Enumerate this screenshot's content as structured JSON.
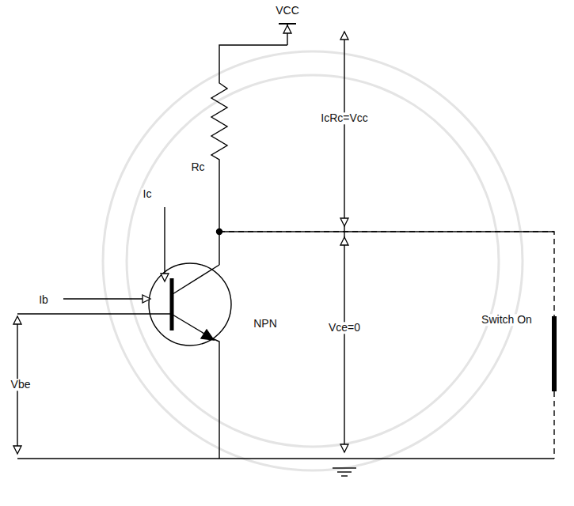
{
  "diagram": {
    "labels": [
      "VCC",
      "IcRc=Vcc",
      "Rc",
      "Ic",
      "Ib",
      "Vbe",
      "NPN",
      "Vce=0",
      "Switch On"
    ]
  }
}
